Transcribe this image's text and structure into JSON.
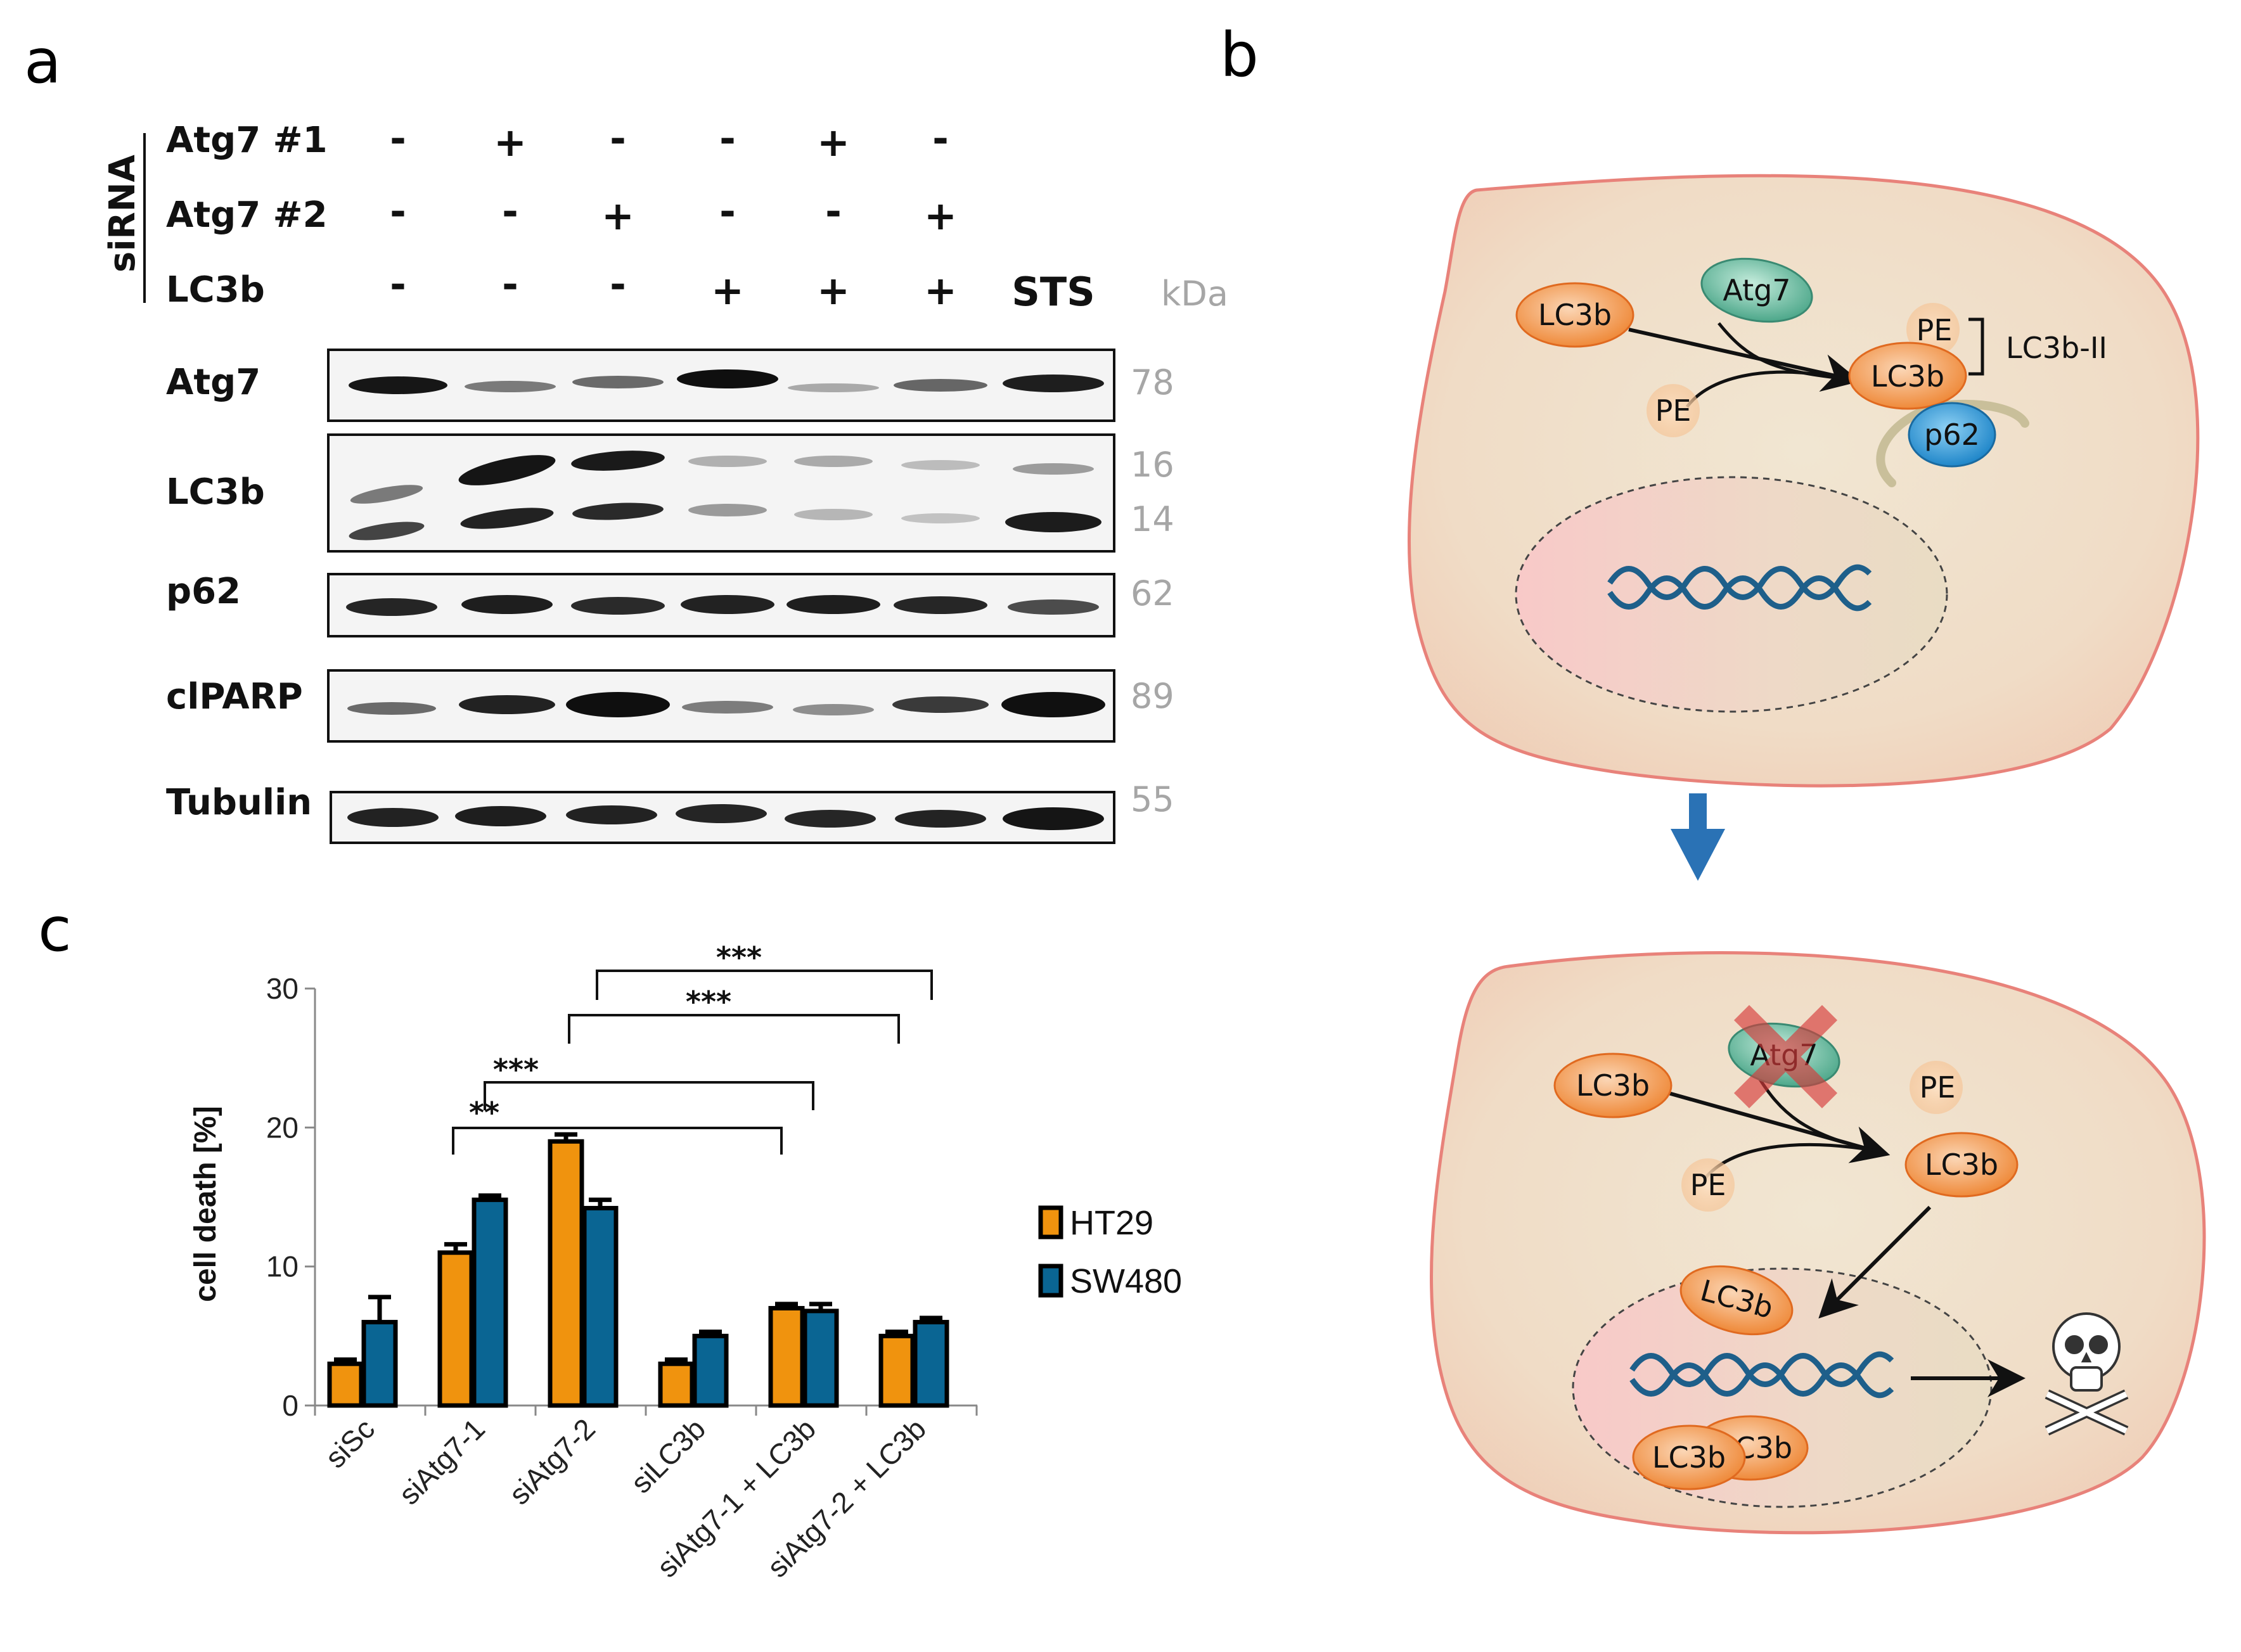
{
  "panels": {
    "a": "a",
    "b": "b",
    "c": "c"
  },
  "western_blot": {
    "sirna_label": "siRNA",
    "kda_label": "kDa",
    "conditions": [
      {
        "label": "Atg7 #1",
        "signs": [
          "-",
          "+",
          "-",
          "-",
          "+",
          "-"
        ]
      },
      {
        "label": "Atg7 #2",
        "signs": [
          "-",
          "-",
          "+",
          "-",
          "-",
          "+"
        ]
      },
      {
        "label": "LC3b",
        "signs": [
          "-",
          "-",
          "-",
          "+",
          "+",
          "+",
          "STS"
        ]
      }
    ],
    "blots": [
      {
        "label": "Atg7",
        "kda": [
          "78"
        ]
      },
      {
        "label": "LC3b",
        "kda": [
          "16",
          "14"
        ]
      },
      {
        "label": "p62",
        "kda": [
          "62"
        ]
      },
      {
        "label": "clPARP",
        "kda": [
          "89"
        ]
      },
      {
        "label": "Tubulin",
        "kda": [
          "55"
        ]
      }
    ]
  },
  "diagram": {
    "top": {
      "lc3b": "LC3b",
      "atg7": "Atg7",
      "pe_free": "PE",
      "pe_bound": "PE",
      "lc3b_conj": "LC3b",
      "lc3b_ii": "LC3b-II",
      "p62": "p62"
    },
    "bottom": {
      "lc3b": "LC3b",
      "atg7": "Atg7",
      "pe_free": "PE",
      "pe_right": "PE",
      "lc3b_conv": "LC3b",
      "lc3b_nuc1": "LC3b",
      "lc3b_nuc2": "LC3b",
      "lc3b_nuc3": "LC3b"
    },
    "colors": {
      "cell_fill": "#f3d9c4",
      "cell_stroke": "#e8827a",
      "lc3b": "#f08a3c",
      "atg7": "#5fb598",
      "pe": "#f7c79c",
      "p62": "#2b8fd0",
      "dna": "#1e5f8a",
      "arrow_blue": "#2a72b5"
    }
  },
  "chart_data": {
    "type": "bar",
    "categories": [
      "siSc",
      "siAtg7-1",
      "siAtg7-2",
      "siLC3b",
      "siAtg7-1 + LC3b",
      "siAtg7-2 + LC3b"
    ],
    "series": [
      {
        "name": "HT29",
        "values": [
          3,
          11,
          19,
          3,
          7,
          5
        ],
        "errors": [
          0.3,
          0.6,
          0.5,
          0.3,
          0.3,
          0.3
        ],
        "color": "#f0930e"
      },
      {
        "name": "SW480",
        "values": [
          6,
          14.8,
          14.2,
          5,
          6.8,
          6
        ],
        "errors": [
          1.8,
          0.3,
          0.6,
          0.3,
          0.5,
          0.3
        ],
        "color": "#0a6593"
      }
    ],
    "ylabel": "cell death [%]",
    "xlabel": "",
    "ylim": [
      0,
      30
    ],
    "yticks": [
      0,
      10,
      20,
      30
    ],
    "legend": "right",
    "significance": [
      {
        "from": 1,
        "to": 4,
        "label": "**"
      },
      {
        "from": 1,
        "to": 4,
        "label": "***"
      },
      {
        "from": 2,
        "to": 5,
        "label": "***"
      },
      {
        "from": 2,
        "to": 5,
        "label": "***"
      }
    ]
  }
}
